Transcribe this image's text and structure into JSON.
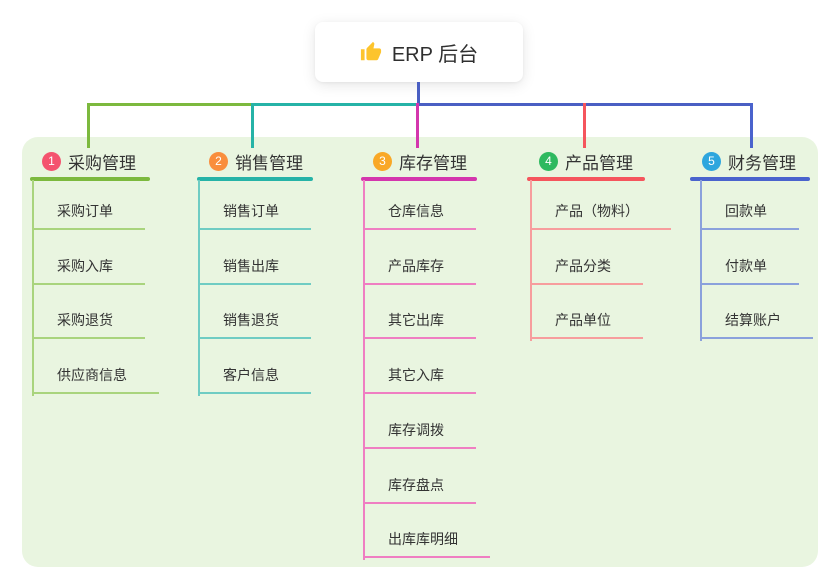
{
  "canvas": {
    "background": "#ffffff",
    "panel_color": "#e9f5e0",
    "text_color": "#333333"
  },
  "root": {
    "label": "ERP 后台",
    "icon": "thumbs-up-icon",
    "connector_color": "#4a5fc3"
  },
  "bus_segment_colors": [
    "#7cb93e",
    "#26b3a7",
    "#4a5fc3"
  ],
  "branches": [
    {
      "number": "1",
      "title": "采购管理",
      "badge_color": "#f4536e",
      "line_color": "#7cb93e",
      "light_color": "#a9d47d",
      "children": [
        "采购订单",
        "采购入库",
        "采购退货",
        "供应商信息"
      ]
    },
    {
      "number": "2",
      "title": "销售管理",
      "badge_color": "#f98e3d",
      "line_color": "#26b3a7",
      "light_color": "#6fccc3",
      "children": [
        "销售订单",
        "销售出库",
        "销售退货",
        "客户信息"
      ]
    },
    {
      "number": "3",
      "title": "库存管理",
      "badge_color": "#f9a826",
      "line_color": "#d436ad",
      "light_color": "#ef7ec2",
      "children": [
        "仓库信息",
        "产品库存",
        "其它出库",
        "其它入库",
        "库存调拨",
        "库存盘点",
        "出库库明细"
      ]
    },
    {
      "number": "4",
      "title": "产品管理",
      "badge_color": "#2eb95f",
      "line_color": "#f5555d",
      "light_color": "#f79d9d",
      "children": [
        "产品（物料）",
        "产品分类",
        "产品单位"
      ]
    },
    {
      "number": "5",
      "title": "财务管理",
      "badge_color": "#2ea6de",
      "line_color": "#4a63cd",
      "light_color": "#8ba1dc",
      "children": [
        "回款单",
        "付款单",
        "结算账户"
      ]
    }
  ]
}
